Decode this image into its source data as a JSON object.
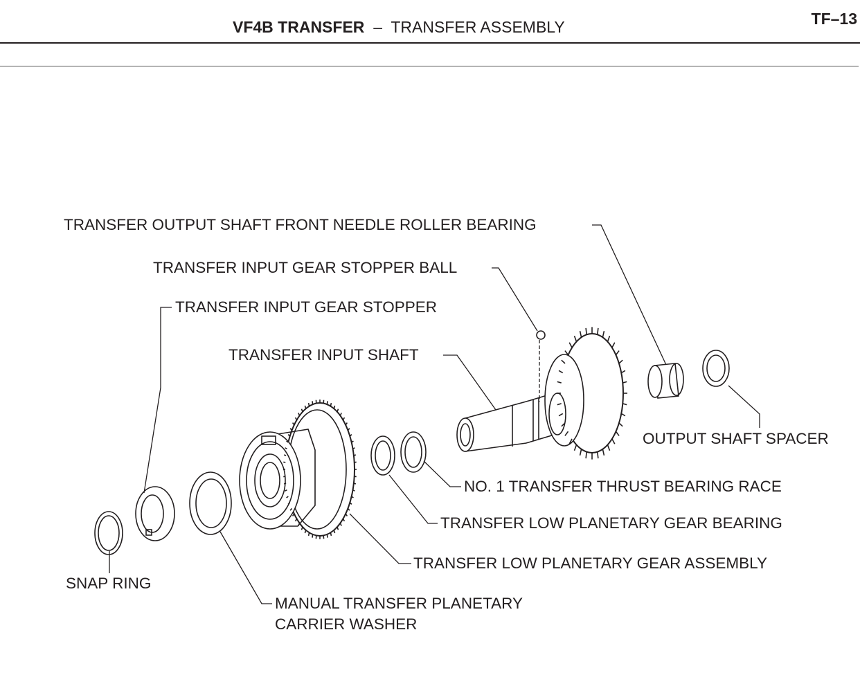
{
  "header": {
    "section_bold": "VF4B TRANSFER",
    "separator": "–",
    "section_title": "TRANSFER ASSEMBLY",
    "page_number": "TF–13"
  },
  "labels": {
    "output_needle_bearing": "TRANSFER OUTPUT SHAFT FRONT NEEDLE ROLLER BEARING",
    "stopper_ball": "TRANSFER INPUT GEAR STOPPER BALL",
    "stopper": "TRANSFER INPUT GEAR STOPPER",
    "input_shaft": "TRANSFER INPUT SHAFT",
    "output_spacer": "OUTPUT SHAFT SPACER",
    "thrust_race": "NO. 1 TRANSFER THRUST BEARING RACE",
    "low_planetary_bearing": "TRANSFER LOW PLANETARY GEAR BEARING",
    "low_planetary_assembly": "TRANSFER LOW PLANETARY GEAR ASSEMBLY",
    "snap_ring": "SNAP RING",
    "washer_line1": "MANUAL TRANSFER PLANETARY",
    "washer_line2": "CARRIER WASHER"
  }
}
